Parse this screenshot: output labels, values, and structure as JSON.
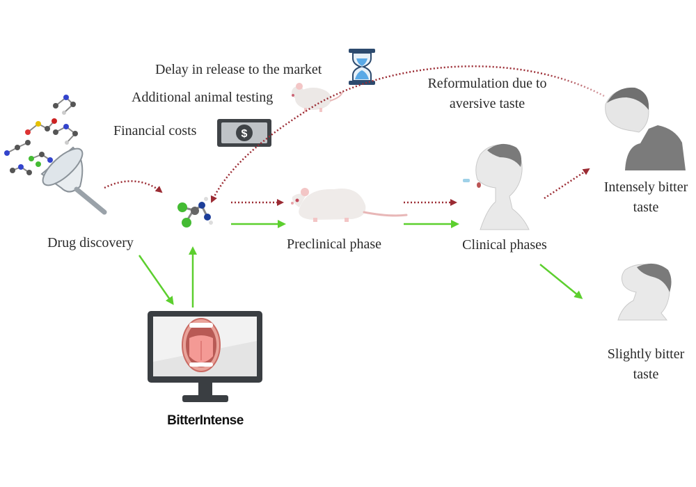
{
  "labels": {
    "drug_discovery": "Drug discovery",
    "preclinical": "Preclinical phase",
    "clinical": "Clinical phases",
    "intensely_line1": "Intensely bitter",
    "intensely_line2": "taste",
    "slightly_line1": "Slightly bitter",
    "slightly_line2": "taste",
    "reformulation_line1": "Reformulation due to",
    "reformulation_line2": "aversive taste",
    "delay": "Delay in release to the market",
    "animal_testing": "Additional animal testing",
    "financial": "Financial costs",
    "tool_name": "BitterIntense"
  },
  "colors": {
    "negative_path": "#9b2b33",
    "positive_path": "#5ccf2e",
    "text": "#2a2a2a"
  },
  "icons": {
    "hourglass": "hourglass-icon",
    "mouse": "mouse-icon",
    "money": "dollar-bill-icon",
    "funnel": "funnel-icon",
    "molecule": "molecule-icon",
    "rat": "rat-icon",
    "person": "person-head-icon",
    "monitor": "monitor-icon",
    "mouth": "mouth-tongue-icon"
  }
}
